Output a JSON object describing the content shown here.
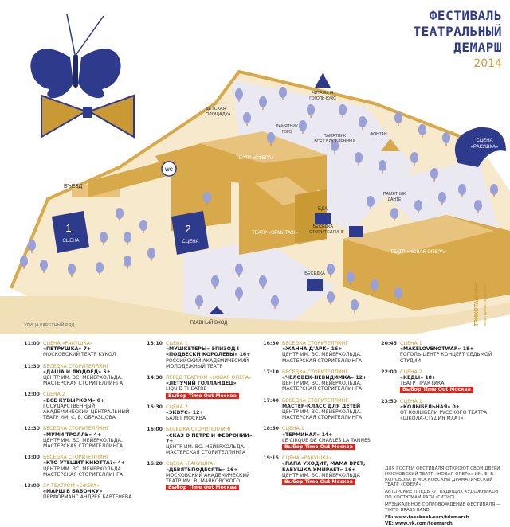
{
  "header": {
    "line1": "ФЕСТИВАЛЬ",
    "line2": "ТЕАТРАЛЬНЫЙ",
    "line3": "ДЕМАРШ",
    "year": "2014"
  },
  "map": {
    "labels": {
      "exit": "ВЪЕЗД",
      "scene1_num": "1",
      "scene1": "СЦЕНА",
      "scene2_num": "2",
      "scene2": "СЦЕНА",
      "wc": "WC",
      "playground1": "ДЕТСКАЯ",
      "playground2": "ПЛОЩАДКА",
      "sfera": "ТЕАТР «СФЕРА»",
      "hermitage": "ТЕАТР «ЭРМИТАЖ»",
      "food": "ЕДА",
      "storytelling1": "БЕСЕДКА",
      "storytelling2": "СТОРИТЕЛЛИНГ",
      "gazebo": "БЕСЕДКА",
      "novaya_opera": "ТЕАТР «НОВАЯ ОПЕРА»",
      "main_entrance": "ГЛАВНЫЙ ВХОД",
      "karetny": "УЛИЦА КАРЕТНЫЙ РЯД",
      "reading1": "ЧИТАЛЬНЯ",
      "reading2": "ГОГОЛЬ-БУКС",
      "fountain": "ФОНТАН",
      "gogol1": "ПАМЯТНИК",
      "gogol2": "ГОГО",
      "lovers1": "ПАМЯТНИК",
      "lovers2": "ВСЕХ ВЛЮБЛЕННЫХ",
      "dante1": "ПАМЯТНИК",
      "dante2": "ДАНТЕ",
      "rakushka1": "СЦЕНА",
      "rakushka2": "«РАКУШКА»",
      "tricotage": "ТРИКОТАЖНАЯ",
      "tricotage_sub": "театр • музыка • перформанс"
    }
  },
  "schedule": {
    "col1": [
      {
        "time": "11:00",
        "venue": "СЦЕНА «РАКУШКА»",
        "title": "«ПЕТРУШКА» 7+",
        "org": "МОСКОВСКИЙ ТЕАТР КУКОЛ"
      },
      {
        "time": "11:30",
        "venue": "БЕСЕДКА СТОРИТЕЛЛИНГ",
        "title": "«ДАША И ЛЮДОЕД» 5+",
        "org": "ЦЕНТР ИМ. ВС. МЕЙЕРХОЛЬДА. МАСТЕРСКАЯ СТОРИТЕЛЛИНГА"
      },
      {
        "time": "12:00",
        "venue": "СЦЕНА 2",
        "title": "«ВСЕ КУВЫРКОМ» 0+",
        "org": "ГОСУДАРСТВЕННЫЙ АКАДЕМИЧЕСКИЙ ЦЕНТРАЛЬНЫЙ ТЕАТР ИМ. С. В. ОБРАЗЦОВА"
      },
      {
        "time": "12:30",
        "venue": "БЕСЕДКА СТОРИТЕЛЛИНГ",
        "title": "«МУМИ ТРОЛЛЬ» 4+",
        "org": "ЦЕНТР ИМ. ВС. МЕЙЕРХОЛЬДА. МАСТЕРСКАЯ СТОРИТЕЛЛИНГА"
      },
      {
        "time": "13:00",
        "venue": "БЕСЕДКА СТОРИТЕЛЛИНГ",
        "title": "«КТО УТЕШИТ КНЮТТА?» 4+",
        "org": "ЦЕНТР ИМ. ВС. МЕЙЕРХОЛЬДА. МАСТЕРСКАЯ СТОРИТЕЛЛИНГА"
      },
      {
        "time": "13:00",
        "venue": "ЗА ТЕАТРОМ «СФЕРА»",
        "title": "«МАРШ В БАБОЧКУ»",
        "org": "ПЕРФОРМАНС АНДРЕЯ БАРТЕНЕВА"
      }
    ],
    "col2": [
      {
        "time": "13:10",
        "venue": "СЦЕНА 1",
        "title": "«МУШКЕТЕРЫ» ЭПИЗОД I «ПОДВЕСКИ КОРОЛЕВЫ» 16+",
        "org": "РОССИЙСКИЙ АКАДЕМИЧЕСКИЙ МОЛОДЕЖНЫЙ ТЕАТР"
      },
      {
        "time": "14:30",
        "venue": "ПЕРЕД ТЕАТРОМ «НОВАЯ ОПЕРА»",
        "title": "«ЛЕТУЧИЙ ГОЛЛАНДЕЦ»",
        "org": "LIQUID THEATRE",
        "badge": "Выбор Time Out Москва"
      },
      {
        "time": "15:30",
        "venue": "СЦЕНА 2",
        "title": "«ЭКВУС» 12+",
        "org": "БАЛЕТ МОСКВА"
      },
      {
        "time": "16:00",
        "venue": "БЕСЕДКА СТОРИТЕЛЛИНГ",
        "title": "«СКАЗ О ПЕТРЕ И ФЕВРОНИИ» 7+",
        "org": "ЦЕНТР ИМ. ВС. МЕЙЕРХОЛЬДА. МАСТЕРСКАЯ СТОРИТЕЛЛИНГА"
      },
      {
        "time": "16:20",
        "venue": "СЦЕНА «РАКУШКА»",
        "title": "«ДЕВЯТЬПОДЕСЯТЬ» 16+",
        "org": "МОСКОВСКИЙ АКАДЕМИЧЕСКИЙ ТЕАТР ИМ. В. МАЯКОВСКОГО",
        "badge": "Выбор Time Out Москва"
      }
    ],
    "col3": [
      {
        "time": "16:30",
        "venue": "БЕСЕДКА СТОРИТЕЛЛИНГ",
        "title": "«ЖАННА Д'АРК» 16+",
        "org": "ЦЕНТР ИМ. ВС. МЕЙЕРХОЛЬДА. МАСТЕРСКАЯ СТОРИТЕЛЛИНГА"
      },
      {
        "time": "17:10",
        "venue": "БЕСЕДКА СТОРИТЕЛЛИНГ",
        "title": "«ЧЕЛОВЕК-НЕВИДИМКА» 12+",
        "org": "ЦЕНТР ИМ. ВС. МЕЙЕРХОЛЬДА. МАСТЕРСКАЯ СТОРИТЕЛЛИНГА"
      },
      {
        "time": "17:40",
        "venue": "БЕСЕДКА СТОРИТЕЛЛИНГ",
        "title": "МАСТЕР-КЛАСС ДЛЯ ДЕТЕЙ",
        "org": "ЦЕНТР ИМ. ВС. МЕЙЕРХОЛЬДА. МАСТЕРСКАЯ СТОРИТЕЛЛИНГА"
      },
      {
        "time": "18:50",
        "venue": "СЦЕНА 1",
        "title": "«ТЕРМИНАЛ» 14+",
        "org": "LE CIRQUE DE CHARLES LA TANNES",
        "badge": "Выбор Time Out Москва"
      },
      {
        "time": "19:15",
        "venue": "СЦЕНА «РАКУШКА»",
        "title": "«ПАПА УХОДИТ, МАМА ВРЕТ, БАБУШКА УМИРАЕТ» 16+",
        "org": "ЦЕНТР ИМ. ВС. МЕЙЕРХОЛЬДА",
        "badge": "Выбор Time Out Москва"
      }
    ],
    "col4": [
      {
        "time": "20:45",
        "venue": "СЦЕНА 1",
        "title": "«MAKELOVENOTWAR» 18+",
        "org": "ГОГОЛЬ-ЦЕНТР КОНЦЕРТ СЕДЬМОЙ СТУДИИ"
      },
      {
        "time": "22:00",
        "venue": "СЦЕНА 2",
        "title": "«КЕДЫ» 18+",
        "org": "ТЕАТР ПРАКТИКА",
        "badge": "Выбор Time Out Москва"
      },
      {
        "time": "23:50",
        "venue": "СЦЕНА 1",
        "title": "«КОЛЫБЕЛЬНАЯ» 0+",
        "org": "ОТ КОЛЫБЕЛИ РУССКОГО ТЕАТРА «ШКОЛА-СТУДИЯ МХАТ»"
      }
    ]
  },
  "info": {
    "text1": "ДЛЯ ГОСТЕЙ ФЕСТИВАЛЯ ОТКРОЮТ СВОИ ДВЕРИ МОСКОВСКИЙ ТЕАТР «НОВАЯ ОПЕРА» ИМ. Е. В. КОЛОБОВА И МОСКОВСКИЙ ДРАМАТИЧЕСКИЙ ТЕАТР «СФЕРА».",
    "text2": "АВТОРСКИЕ ПЛЕДЫ ОТ БУДУЩИХ ХУДОЖНИКОВ ПО КОСТЮМАМ РАТИ (ГИТИС).",
    "text3": "МУЗЫКАЛЬНОЕ СОПРОВОЖДЕНИЕ ФЕСТИВАЛЯ — TIMTO BRASS BAND.",
    "fb": "FB: www.facebook.com/tdemarch",
    "vk": "VK: www.vk.com/tdemarch"
  },
  "colors": {
    "ground": "#f6e9cc",
    "path": "#e8e6ee",
    "building": "#d7a94b",
    "building_top": "#e8c37d",
    "scene": "#2e3a8c",
    "tree": "#9aa0d8",
    "trunk": "#d08a3a",
    "accent": "#c99a33",
    "red": "#e2231a"
  }
}
